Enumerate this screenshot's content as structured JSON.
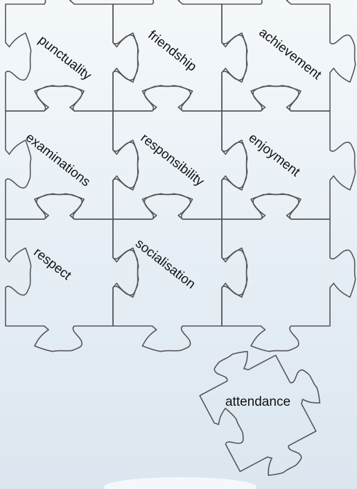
{
  "pieces": [
    {
      "id": "punctuality",
      "label": "punctuality"
    },
    {
      "id": "friendship",
      "label": "friendship"
    },
    {
      "id": "achievement",
      "label": "achievement"
    },
    {
      "id": "examinations",
      "label": "examinations"
    },
    {
      "id": "responsibility",
      "label": "responsibility"
    },
    {
      "id": "enjoyment",
      "label": "enjoyment"
    },
    {
      "id": "respect",
      "label": "respect"
    },
    {
      "id": "socialisation",
      "label": "socialisation"
    },
    {
      "id": "blank",
      "label": ""
    }
  ],
  "loose_piece": {
    "label": "attendance"
  },
  "colors": {
    "stroke": "#555555",
    "text": "#111111",
    "background": "#eef4f8"
  }
}
